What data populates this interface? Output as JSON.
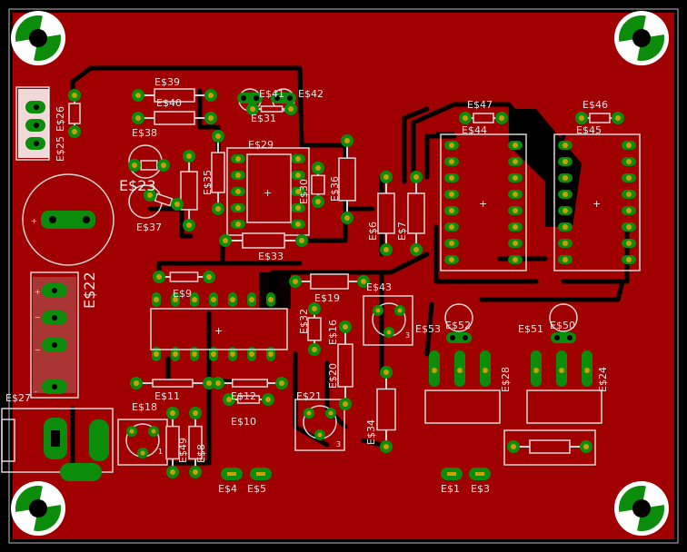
{
  "board": {
    "colors": {
      "background": "#000000",
      "copper": "#a00000",
      "trace": "#000000",
      "pad": "#0b8c0b",
      "drill": "#000000",
      "silk": "#d8d8d8",
      "mount_accent": "#ffffff",
      "smd_pad": "#c8a000"
    }
  },
  "labels": {
    "e39": "E$39",
    "e40": "E$40",
    "e41": "E$41",
    "e42": "E$42",
    "e31": "E$31",
    "e29": "E$29",
    "e38": "E$38",
    "e26": "E$26",
    "e25": "E$25",
    "e35": "E$35",
    "e23": "E$23",
    "e37": "E$37",
    "e22": "E$22",
    "e30": "E$30",
    "e36": "E$36",
    "e33": "E$33",
    "e47": "E$47",
    "e44": "E$44",
    "e46": "E$46",
    "e45": "E$45",
    "e6": "E$6",
    "e7": "E$7",
    "e9": "E$9",
    "e19": "E$19",
    "e43": "E$43",
    "e32": "E$32",
    "e16": "E$16",
    "e53": "E$53",
    "e52": "E$52",
    "e51": "E$51",
    "e50": "E$50",
    "e20": "E$20",
    "e28": "E$28",
    "e24": "E$24",
    "e11": "E$11",
    "e12": "E$12",
    "e10": "E$10",
    "e21": "E$21",
    "e34": "E$34",
    "e27": "E$27",
    "e18": "E$18",
    "e49": "E$49",
    "e8": "E$8",
    "e4": "E$4",
    "e5": "E$5",
    "e1": "E$1",
    "e3": "E$3"
  },
  "markings": {
    "pot_pin_3": "3",
    "pot_pin_1": "1",
    "ac_tilde": "~",
    "plus": "+",
    "minus": "-"
  }
}
